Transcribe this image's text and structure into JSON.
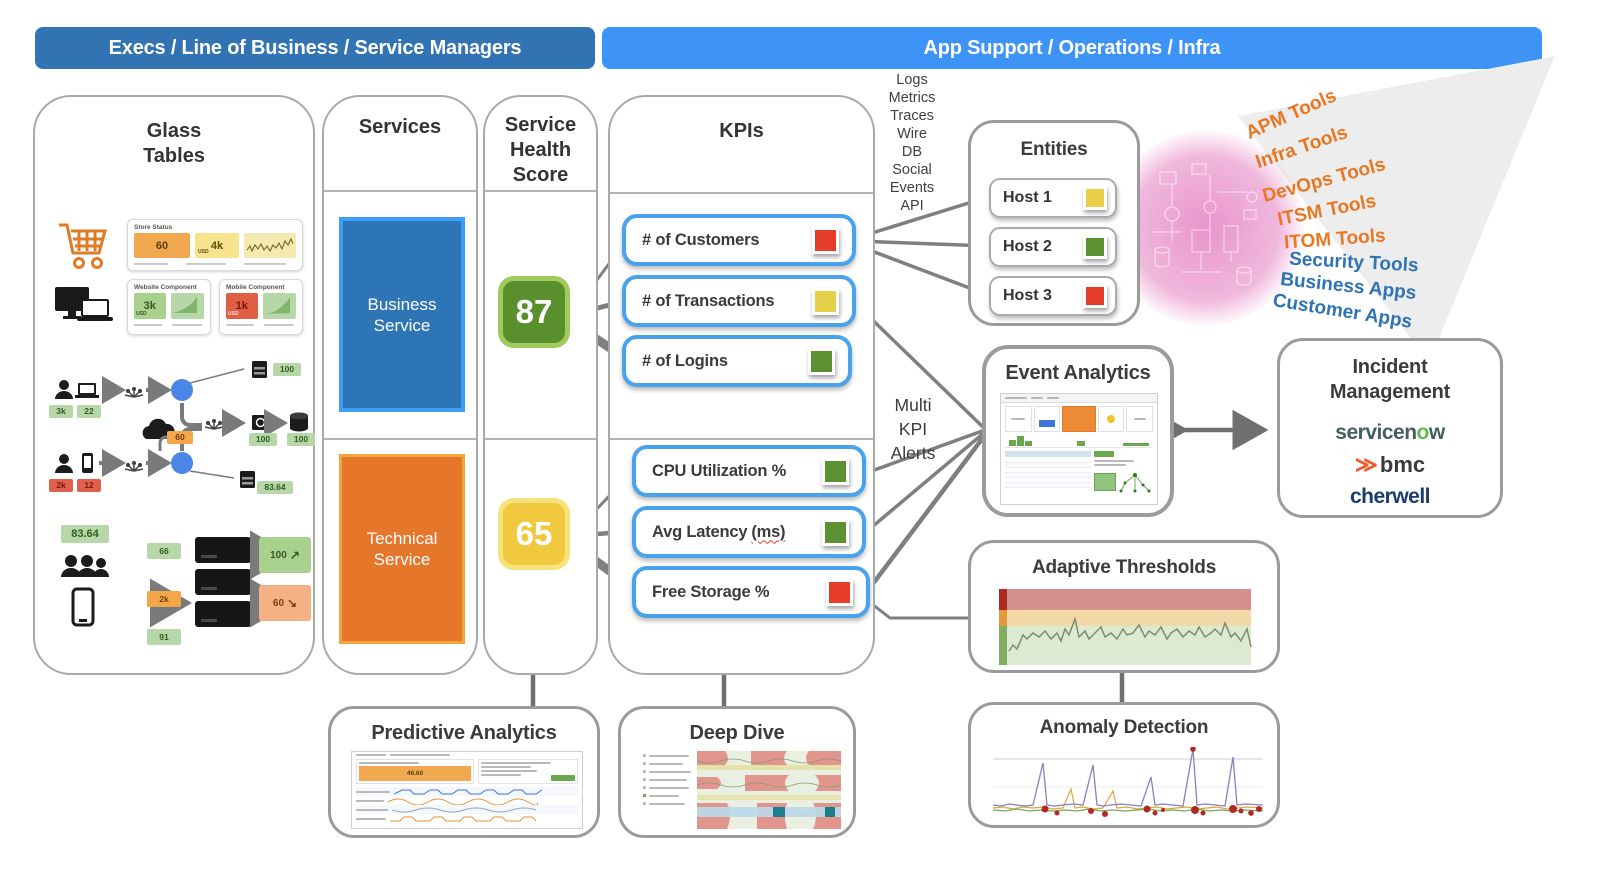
{
  "banners": {
    "left": "Execs / Line of Business / Service Managers",
    "right": "App Support / Operations / Infra"
  },
  "glass_tables": {
    "title": "Glass Tables",
    "store": {
      "title": "Store Status",
      "tile1_value": "60",
      "tile2_value": "4k",
      "tile2_unit": "USD"
    },
    "website": {
      "title": "Website Component",
      "value": "3k",
      "unit": "USD"
    },
    "mobile": {
      "title": "Mobile Component",
      "value": "1k",
      "unit": "USD"
    },
    "topology": {
      "web_users_badge1": "3k",
      "web_users_badge2": "22",
      "cloud_badge": "60",
      "mobile_users_badge1": "2k",
      "mobile_users_badge2": "12",
      "web_tier_badge": "100",
      "middleware_badge": "100",
      "database_badge": "100",
      "mobile_tier_badge": "83.64"
    },
    "summary": {
      "score": "83.64",
      "kpi1": "66",
      "kpi2": "2k",
      "kpi3": "91",
      "out_good": "100",
      "out_good_arrow": "↗",
      "out_warn": "60",
      "out_warn_arrow": "↘"
    }
  },
  "services": {
    "title": "Services",
    "business_label": "Business Service",
    "technical_label": "Technical Service"
  },
  "health": {
    "title": "Service Health Score",
    "business_score": "87",
    "technical_score": "65"
  },
  "kpis": {
    "title": "KPIs",
    "business": [
      {
        "label": "# of Customers",
        "suffix": "",
        "status": "red"
      },
      {
        "label": "# of Transactions",
        "suffix": "",
        "status": "yellow"
      },
      {
        "label": "# of Logins",
        "suffix": "",
        "status": "green"
      }
    ],
    "technical": [
      {
        "label": "CPU Utilization %",
        "suffix": "",
        "status": "green"
      },
      {
        "label": "Avg Latency",
        "suffix": "(ms)",
        "status": "green"
      },
      {
        "label": "Free Storage %",
        "suffix": "",
        "status": "red"
      }
    ]
  },
  "data_types": [
    "Logs",
    "Metrics",
    "Traces",
    "Wire",
    "DB",
    "Social",
    "Events",
    "API"
  ],
  "multi_kpi_label": "Multi KPI Alerts",
  "entities": {
    "title": "Entities",
    "hosts": [
      {
        "label": "Host 1",
        "status": "yellow"
      },
      {
        "label": "Host 2",
        "status": "green"
      },
      {
        "label": "Host 3",
        "status": "red"
      }
    ]
  },
  "tools": [
    {
      "label": "APM Tools",
      "color": "orange"
    },
    {
      "label": "Infra Tools",
      "color": "orange"
    },
    {
      "label": "DevOps Tools",
      "color": "orange"
    },
    {
      "label": "ITSM Tools",
      "color": "orange"
    },
    {
      "label": "ITOM Tools",
      "color": "orange"
    },
    {
      "label": "Security Tools",
      "color": "blue"
    },
    {
      "label": "Business Apps",
      "color": "blue"
    },
    {
      "label": "Customer Apps",
      "color": "blue"
    }
  ],
  "event_analytics": {
    "title": "Event Analytics"
  },
  "incident_management": {
    "title": "Incident Management",
    "vendor1_prefix": "servicen",
    "vendor1_o": "o",
    "vendor1_suffix": "w",
    "vendor2_mark": "≫",
    "vendor2": "bmc",
    "vendor3": "cherwell"
  },
  "adaptive_thresholds": {
    "title": "Adaptive Thresholds"
  },
  "anomaly_detection": {
    "title": "Anomaly Detection"
  },
  "predictive_analytics": {
    "title": "Predictive Analytics",
    "banner_value": "46.60"
  },
  "deep_dive": {
    "title": "Deep Dive"
  },
  "colors": {
    "status_red": "#e53c2a",
    "status_yellow": "#e7cf4a",
    "status_green": "#5b9130",
    "kpi_border_blue": "#49a3ec",
    "banner_dark_blue": "#3273b4",
    "banner_light_blue": "#3e94f6",
    "business_blue": "#2e75b6",
    "technical_orange": "#e5762a",
    "health_good_green": "#5a8f2e",
    "health_warn_yellow": "#f0c93e",
    "tool_orange": "#e87722",
    "tool_blue": "#2e74b5",
    "blob_pink": "#e276bc"
  }
}
